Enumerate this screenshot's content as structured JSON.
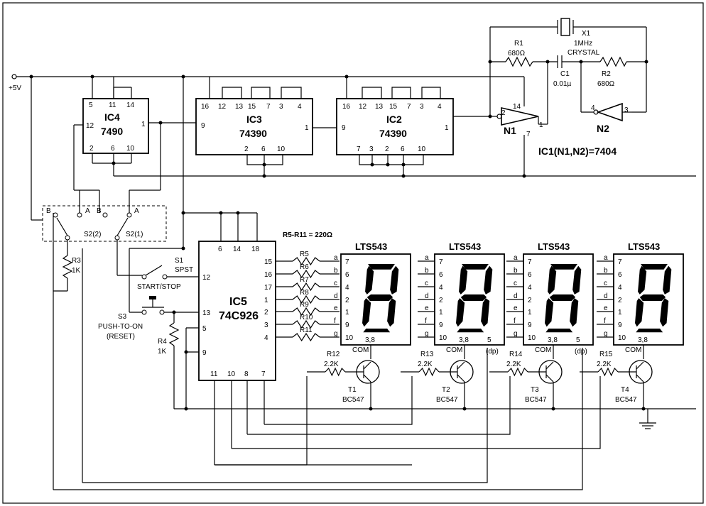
{
  "supply_label": "+5V",
  "ic4": {
    "name": "IC4",
    "part": "7490",
    "pins_top": [
      "5",
      "11",
      "14"
    ],
    "pin_left": "12",
    "pin_right": "1",
    "pins_bottom": [
      "2",
      "6",
      "10"
    ]
  },
  "ic3": {
    "name": "IC3",
    "part": "74390",
    "pins_top": [
      "16",
      "12",
      "13",
      "15",
      "7",
      "3",
      "4"
    ],
    "pin_left": "9",
    "pin_right": "1",
    "pins_bottom": [
      "2",
      "6",
      "10"
    ]
  },
  "ic2": {
    "name": "IC2",
    "part": "74390",
    "pins_top": [
      "16",
      "12",
      "13",
      "15",
      "7",
      "3",
      "4"
    ],
    "pin_left": "9",
    "pin_right": "1",
    "pins_bottom": [
      "7",
      "3",
      "2",
      "6",
      "10"
    ]
  },
  "oscillator": {
    "x1_name": "X1",
    "x1_freq": "1MHz",
    "x1_type": "CRYSTAL",
    "r1_name": "R1",
    "r1_value": "680Ω",
    "r2_name": "R2",
    "r2_value": "680Ω",
    "c1_name": "C1",
    "c1_value": "0.01µ",
    "n1_name": "N1",
    "n1_pin_in": "2",
    "n1_pin_vcc": "14",
    "n1_pin_out": "1",
    "n1_pin_gnd": "7",
    "n2_name": "N2",
    "n2_pin_in": "4",
    "n2_pin_out": "3",
    "ic1_label": "IC1(N1,N2)=7404"
  },
  "switches": {
    "s2_pole_b": "B",
    "s2_pole_a": "A",
    "s2_1_label": "S2(1)",
    "s2_2_label": "S2(2)",
    "r3_name": "R3",
    "r3_value": "1K",
    "s1_name": "S1",
    "s1_type": "SPST",
    "s1_caption": "START/STOP",
    "s3_name": "S3",
    "s3_type": "PUSH-TO-ON",
    "s3_caption": "(RESET)",
    "r4_name": "R4",
    "r4_value": "1K"
  },
  "ic5": {
    "name": "IC5",
    "part": "74C926",
    "pins_top": [
      "6",
      "14",
      "18"
    ],
    "pins_left": [
      "12",
      "13",
      "5",
      "9"
    ],
    "pins_right": [
      "15",
      "16",
      "17",
      "1",
      "2",
      "3",
      "4"
    ],
    "pins_bottom": [
      "11",
      "10",
      "8",
      "7"
    ]
  },
  "resistor_note": "R5-R11 = 220Ω",
  "segment_resistors": [
    "R5",
    "R6",
    "R7",
    "R8",
    "R9",
    "R10",
    "R11"
  ],
  "segments": [
    "a",
    "b",
    "c",
    "d",
    "e",
    "f",
    "g"
  ],
  "displays": [
    {
      "title": "LTS543",
      "pins": [
        "7",
        "6",
        "4",
        "2",
        "1",
        "9",
        "10"
      ],
      "com_pin": "3,8",
      "dp_pin": "",
      "dp_label": ""
    },
    {
      "title": "LTS543",
      "pins": [
        "7",
        "6",
        "4",
        "2",
        "1",
        "9",
        "10"
      ],
      "com_pin": "3,8",
      "dp_pin": "5",
      "dp_label": "(dp)"
    },
    {
      "title": "LTS543",
      "pins": [
        "7",
        "6",
        "4",
        "2",
        "1",
        "9",
        "10"
      ],
      "com_pin": "3,8",
      "dp_pin": "5",
      "dp_label": "(dp)"
    },
    {
      "title": "LTS543",
      "pins": [
        "7",
        "6",
        "4",
        "2",
        "1",
        "9",
        "10"
      ],
      "com_pin": "3,8",
      "dp_pin": "",
      "dp_label": ""
    }
  ],
  "com_label": "COM",
  "drivers": [
    {
      "resistor": "R12",
      "value": "2.2K",
      "transistor": "T1",
      "part": "BC547"
    },
    {
      "resistor": "R13",
      "value": "2.2K",
      "transistor": "T2",
      "part": "BC547"
    },
    {
      "resistor": "R14",
      "value": "2.2K",
      "transistor": "T3",
      "part": "BC547"
    },
    {
      "resistor": "R15",
      "value": "2.2K",
      "transistor": "T4",
      "part": "BC547"
    }
  ]
}
